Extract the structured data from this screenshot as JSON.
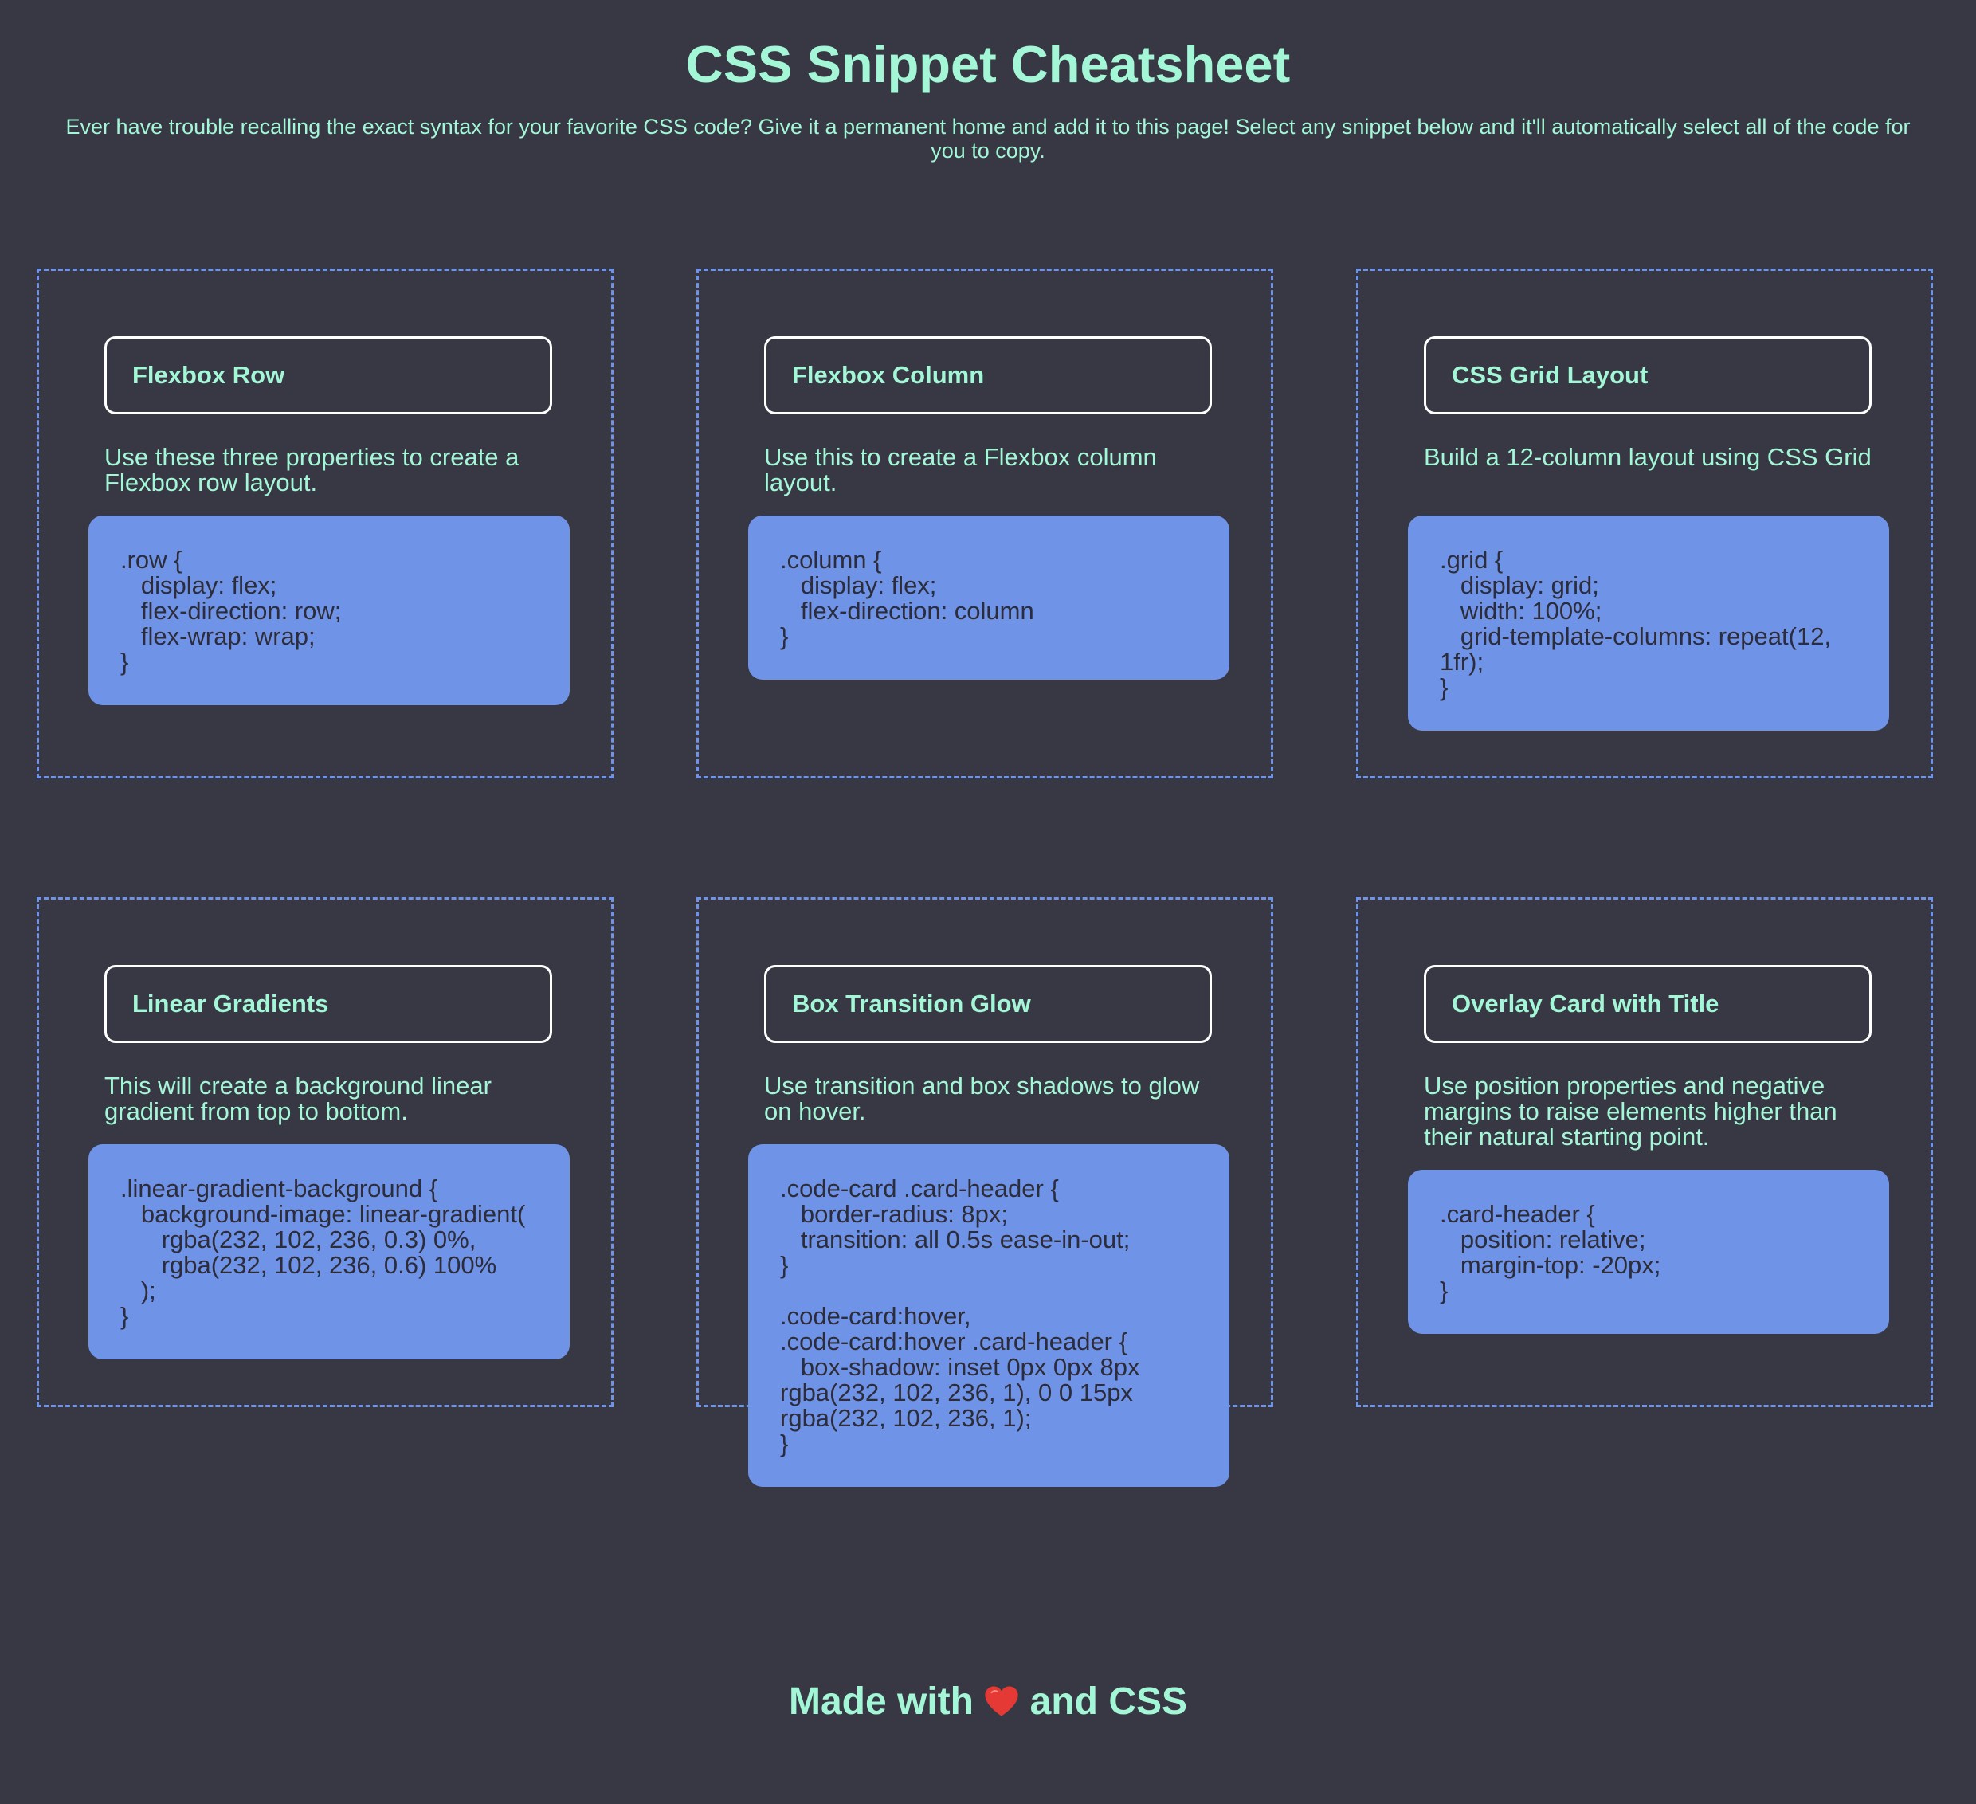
{
  "header": {
    "title": "CSS Snippet Cheatsheet",
    "subtitle": "Ever have trouble recalling the exact syntax for your favorite CSS code? Give it a permanent home and add it to this page! Select any snippet below and it'll automatically select all of the code for you to copy."
  },
  "colors": {
    "background": "#383845",
    "accent_text": "#a3f7d6",
    "card_border": "#6f93e6",
    "code_background": "#6f93e6",
    "code_text": "#2c2c3a",
    "header_border": "#ffffff",
    "heart": "#e53935"
  },
  "snippets": [
    {
      "title": "Flexbox Row",
      "description": "Use these three properties to create a Flexbox row layout.",
      "code": ".row {\n   display: flex;\n   flex-direction: row;\n   flex-wrap: wrap;\n}"
    },
    {
      "title": "Flexbox Column",
      "description": "Use this to create a Flexbox column layout.",
      "code": ".column {\n   display: flex;\n   flex-direction: column\n}"
    },
    {
      "title": "CSS Grid Layout",
      "description": "Build a 12-column layout using CSS Grid",
      "code": ".grid {\n   display: grid;\n   width: 100%;\n   grid-template-columns: repeat(12, 1fr);\n}"
    },
    {
      "title": "Linear Gradients",
      "description": "This will create a background linear gradient from top to bottom.",
      "code": ".linear-gradient-background {\n   background-image: linear-gradient(\n      rgba(232, 102, 236, 0.3) 0%,\n      rgba(232, 102, 236, 0.6) 100%\n   );\n}"
    },
    {
      "title": "Box Transition Glow",
      "description": "Use transition and box shadows to glow on hover.",
      "code": ".code-card .card-header {\n   border-radius: 8px;\n   transition: all 0.5s ease-in-out;\n}\n\n.code-card:hover,\n.code-card:hover .card-header {\n   box-shadow: inset 0px 0px 8px rgba(232, 102, 236, 1), 0 0 15px rgba(232, 102, 236, 1);\n}"
    },
    {
      "title": "Overlay Card with Title",
      "description": "Use position properties and negative margins to raise elements higher than their natural starting point.",
      "code": ".card-header {\n   position: relative;\n   margin-top: -20px;\n}"
    }
  ],
  "footer": {
    "text_before": "Made with",
    "heart_icon": "heart-icon",
    "text_after": "and CSS"
  }
}
